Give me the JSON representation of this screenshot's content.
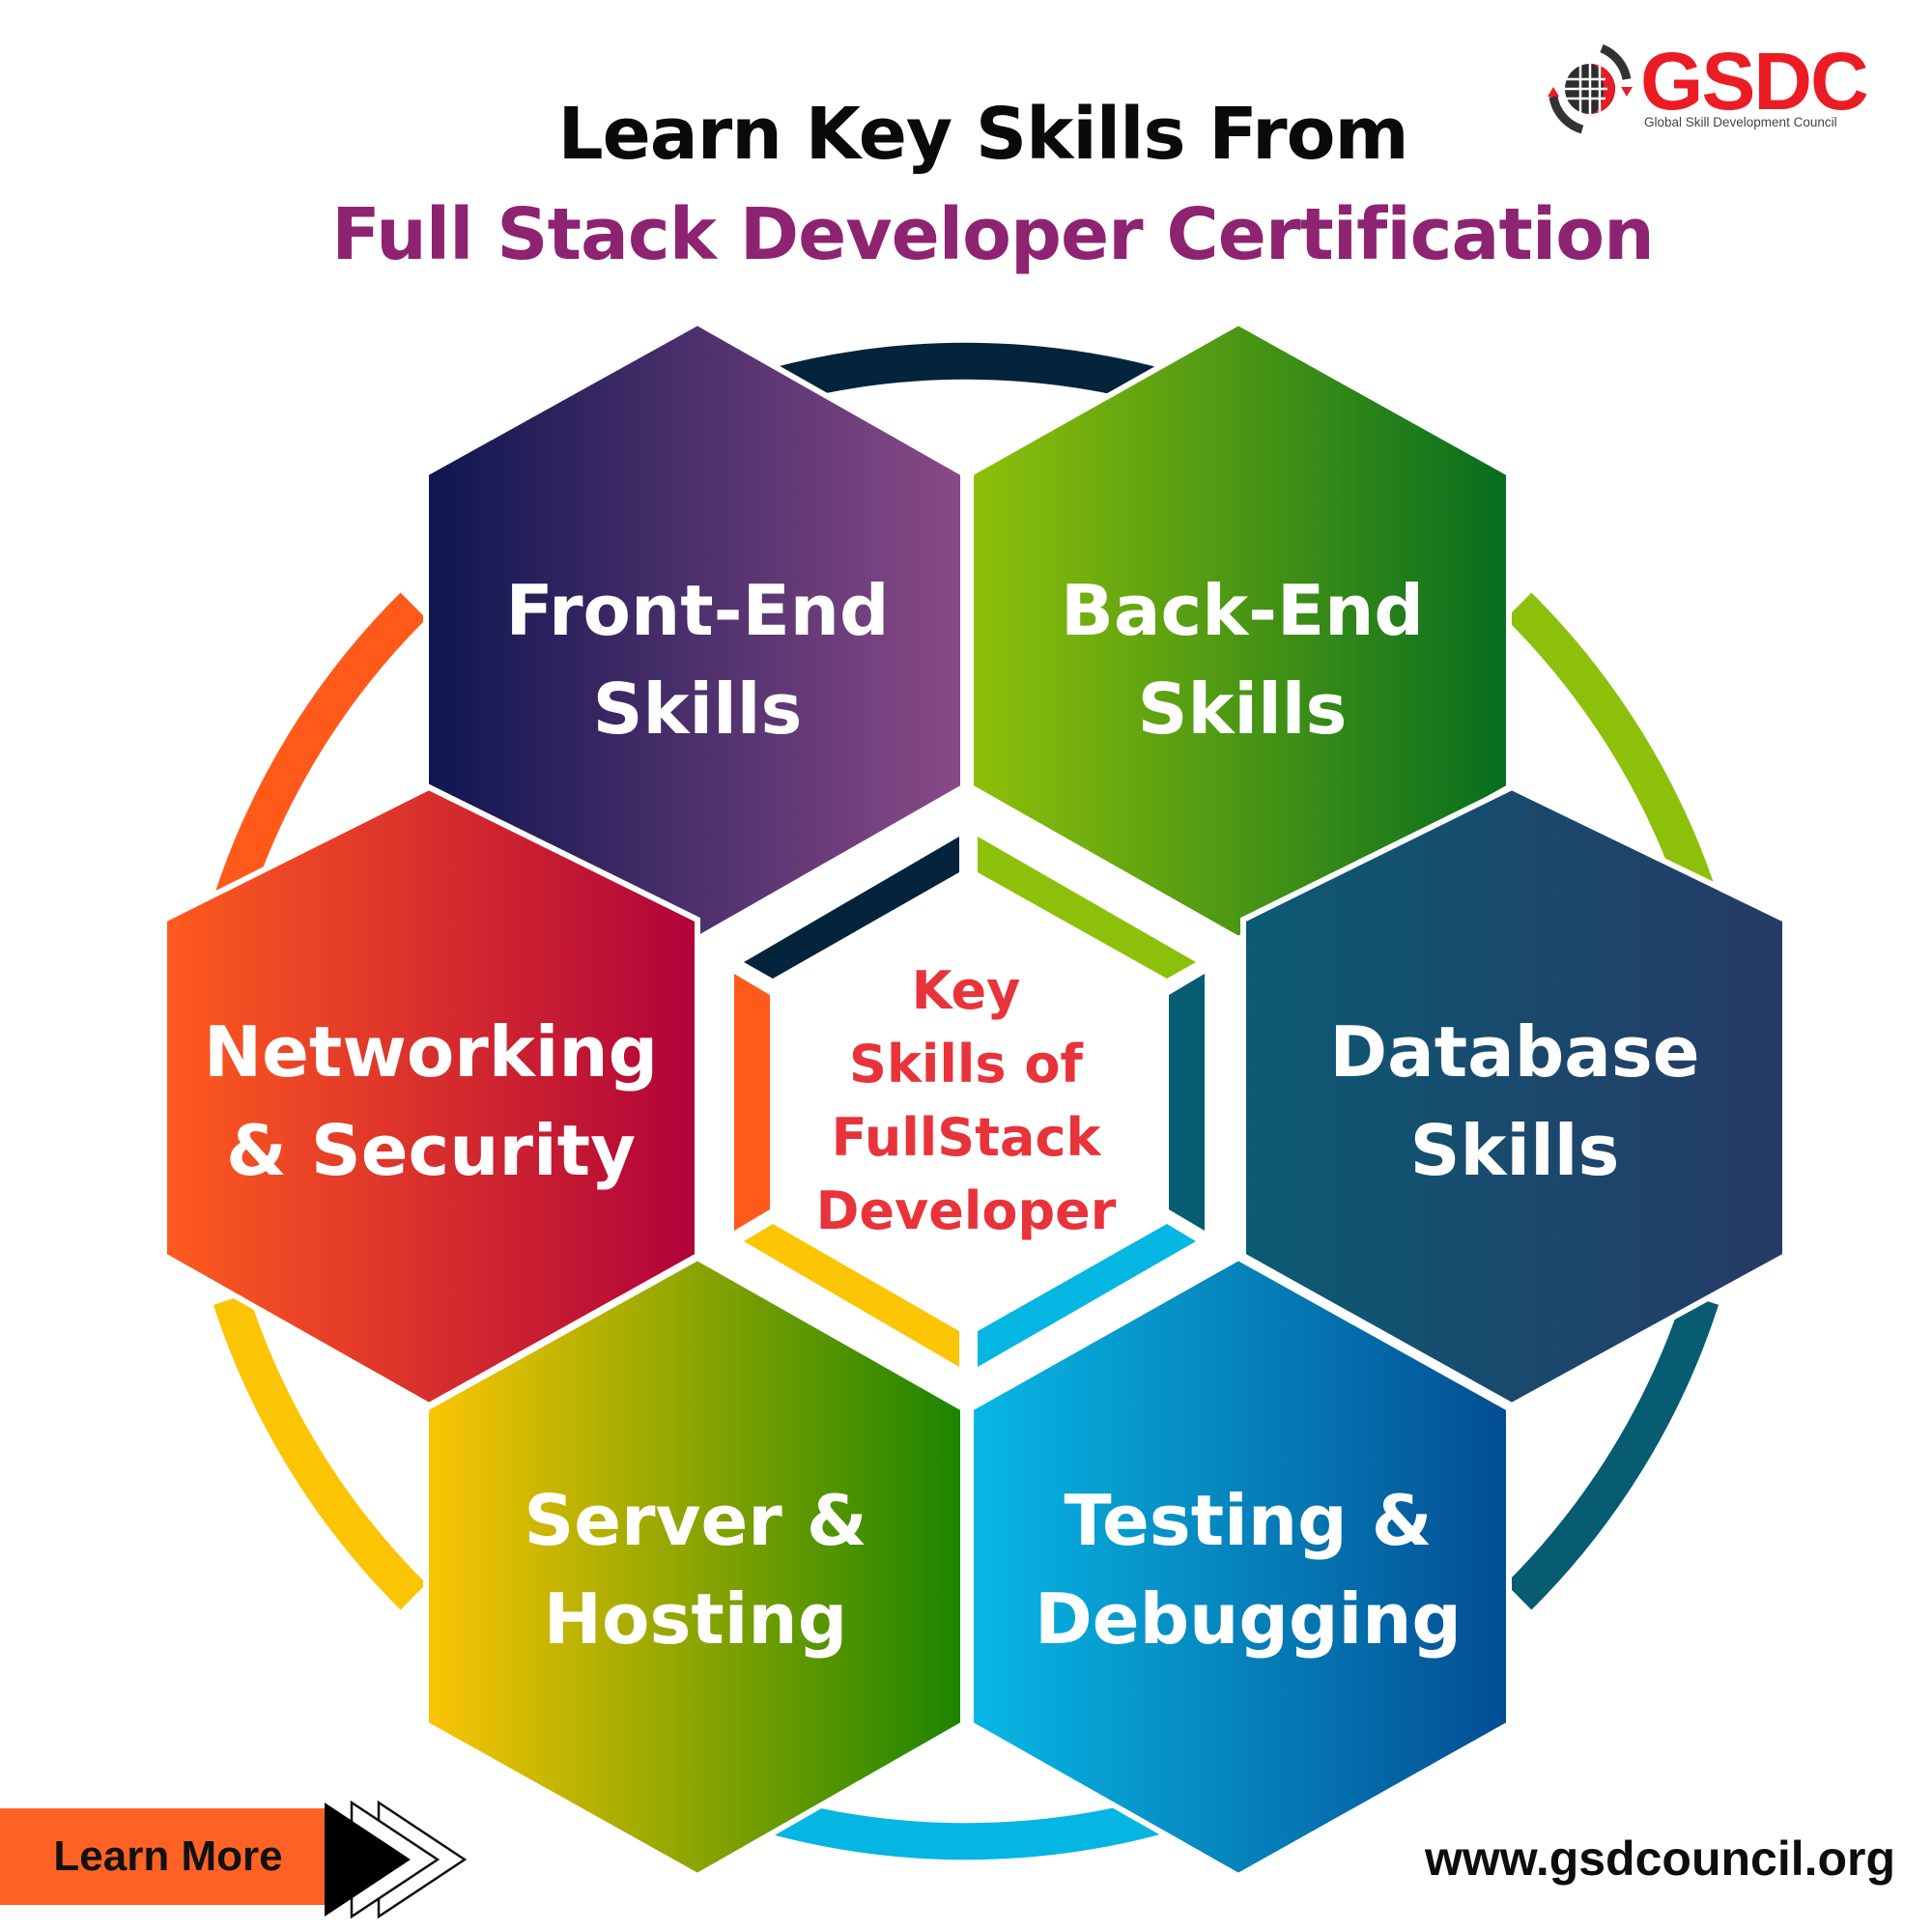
{
  "header": {
    "title_line1": "Learn Key Skills From",
    "title_line2": "Full Stack Developer Certification",
    "title_line2_color": "#8e2372"
  },
  "logo": {
    "icon": "globe-icon",
    "wordmark": "GSDC",
    "subtitle": "Global Skill Development Council",
    "brand_color": "#ec1c24"
  },
  "center": {
    "lines": [
      "Key",
      "Skills of",
      "FullStack",
      "Developer"
    ],
    "text_color": "#e8333a"
  },
  "skills": [
    {
      "id": "front-end",
      "lines": [
        "Front-End",
        "Skills"
      ],
      "gradient": [
        "#0e1650",
        "#8a4a88"
      ]
    },
    {
      "id": "back-end",
      "lines": [
        "Back-End",
        "Skills"
      ],
      "gradient": [
        "#8fc00a",
        "#066d1e"
      ]
    },
    {
      "id": "networking",
      "lines": [
        "Networking",
        "& Security"
      ],
      "gradient": [
        "#ff5b1f",
        "#b0023a"
      ]
    },
    {
      "id": "database",
      "lines": [
        "Database",
        "Skills"
      ],
      "gradient": [
        "#0c5a74",
        "#263a66"
      ]
    },
    {
      "id": "server",
      "lines": [
        "Server &",
        "Hosting"
      ],
      "gradient": [
        "#fcc503",
        "#1b8400"
      ]
    },
    {
      "id": "testing",
      "lines": [
        "Testing &",
        "Debugging"
      ],
      "gradient": [
        "#08b8e6",
        "#034d92"
      ]
    }
  ],
  "ring_colors": {
    "top": "#03243b",
    "upper_right": "#8dc00a",
    "lower_right": "#075c72",
    "bottom": "#05b5e2",
    "lower_left": "#fcc503",
    "upper_left": "#ff5a1a"
  },
  "footer": {
    "cta_label": "Learn More",
    "cta_color": "#ff6224",
    "arrow_icon": "triple-chevron-right-icon",
    "url": "www.gsdcouncil.org"
  }
}
